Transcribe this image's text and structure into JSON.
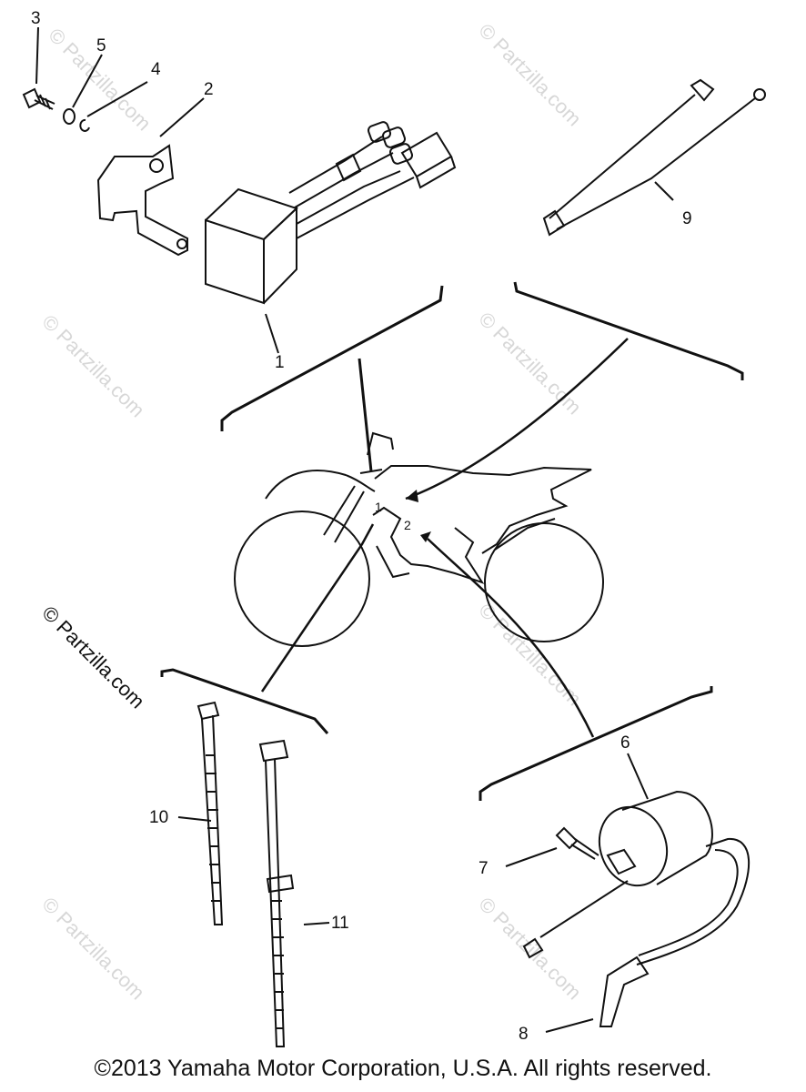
{
  "watermark": {
    "text": "© Partzilla.com"
  },
  "callouts": {
    "c1": "1",
    "c2": "2",
    "c3": "3",
    "c4": "4",
    "c5": "5",
    "c6": "6",
    "c7": "7",
    "c8": "8",
    "c9": "9",
    "c10": "10",
    "c11": "11"
  },
  "bike_labels": {
    "l1": "1",
    "l2": "2"
  },
  "copyright": "©2013 Yamaha Motor Corporation, U.S.A. All rights reserved."
}
